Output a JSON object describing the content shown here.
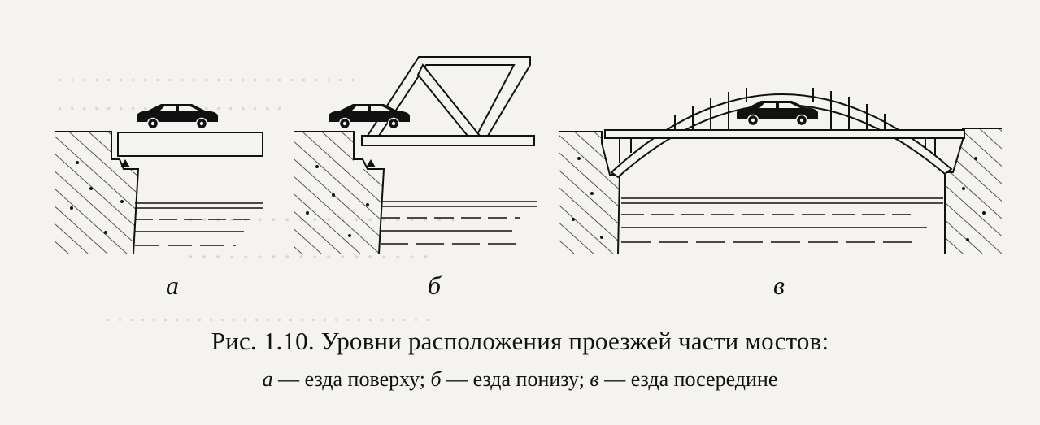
{
  "figure": {
    "panel_labels": [
      "а",
      "б",
      "в"
    ],
    "caption_title": "Рис. 1.10. Уровни расположения проезжей части мостов:",
    "caption_items": [
      {
        "letter": "а",
        "text": "езда поверху;"
      },
      {
        "letter": "б",
        "text": "езда понизу;"
      },
      {
        "letter": "в",
        "text": "езда посередине"
      }
    ],
    "separator": "—"
  },
  "colors": {
    "ink": "#111111",
    "paper": "#f4f3ef",
    "bleed": "#b9b7b1"
  }
}
